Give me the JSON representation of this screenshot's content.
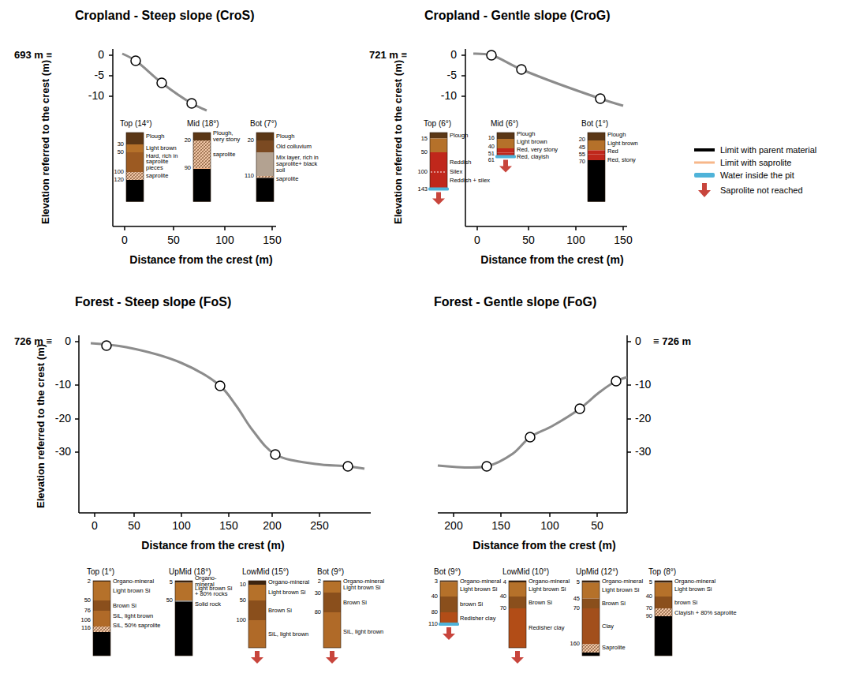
{
  "diagram": {
    "nodes": [
      {
        "text": [
          "Top (14°)",
          "Plough",
          "30",
          "Light brown",
          "50",
          "Hard, rich in saprolite pieces",
          "100",
          "saprolite",
          "120"
        ]
      },
      {
        "text": [
          "Mid (18°)",
          "Plough, very stony",
          "20",
          "saprolite",
          "90"
        ]
      },
      {
        "text": [
          "Bot (7°)",
          "Plough",
          "20",
          "Old colluvium",
          "Mix layer, rich in saprolite+ black soil",
          "110",
          "saprolite"
        ]
      },
      {
        "text": [
          "Top (6°)",
          "15",
          "Plough",
          "50",
          "Reddish",
          "100",
          "Silex",
          "Reddish + silex",
          "143"
        ]
      },
      {
        "text": [
          "Mid (6°)",
          "16",
          "Plough",
          "40",
          "Light brown",
          "51",
          "Red, very stony",
          "61",
          "Red, clayish"
        ]
      },
      {
        "text": [
          "Bot (1°)",
          "20",
          "Plough",
          "45",
          "Light brown",
          "55",
          "Red",
          "70",
          "Red, stony"
        ]
      },
      {
        "text": [
          "Top (1°)",
          "2",
          "Organo-mineral",
          "50",
          "Light brown Si",
          "76",
          "Brown Si",
          "106",
          "SiL, light brown",
          "116",
          "SiL, 50% saprolite"
        ]
      },
      {
        "text": [
          "UpMid (18°)",
          "5",
          "Organo-mineral",
          "Light brown Si + 80% rocks",
          "50",
          "Solid rock"
        ]
      },
      {
        "text": [
          "LowMid (15°)",
          "10",
          "Organo-mineral",
          "Light brown Si",
          "50",
          "Brown Si",
          "100",
          "SiL, light brown"
        ]
      },
      {
        "text": [
          "Bot (9°)",
          "2",
          "Organo-mineral",
          "30",
          "Light brown Si",
          "80",
          "Brown Si",
          "SiL, light brown"
        ]
      },
      {
        "text": [
          "Bot (9°)",
          "3",
          "Organo-mineral",
          "40",
          "Light brown Si",
          "80",
          "brown Si",
          "110",
          "Redisher clay"
        ]
      },
      {
        "text": [
          "LowMid (10°)",
          "4",
          "Organo-mineral",
          "40",
          "Light brown Si",
          "70",
          "Brown Si",
          "Redisher clay"
        ]
      },
      {
        "text": [
          "UpMid (12°)",
          "5",
          "Organo-mineral",
          "45",
          "Light brown Si",
          "70",
          "Brown Si",
          "Clay",
          "160",
          "Saprolite"
        ]
      },
      {
        "text": [
          "Top (8°)",
          "5",
          "Organo-mineral",
          "40",
          "Light brown Si",
          "70",
          "brown Si",
          "Clayish + 80% saprolite",
          "90"
        ]
      }
    ],
    "labels": [
      "Cropland - Steep slope (CroS)",
      "693 m ≡",
      "0",
      "-5",
      "-10",
      "Elevation referred to the crest (m)",
      "0",
      "50",
      "100",
      "150",
      "Distance from the crest (m)",
      "Cropland - Gentle slope (CroG)",
      "721 m ≡",
      "0",
      "-5",
      "-10",
      "Elevation referred to the crest (m)",
      "0",
      "50",
      "100",
      "150",
      "Distance from the crest (m)",
      "Forest - Steep slope (FoS)",
      "726 m ≡",
      "0",
      "-10",
      "-20",
      "-30",
      "Elevation referred to the crest (m)",
      "0",
      "50",
      "100",
      "150",
      "200",
      "250",
      "Distance from the crest (m)",
      "Forest - Gentle slope (FoG)",
      "0",
      "-10",
      "-20",
      "-30",
      "≡ 726 m",
      "200",
      "150",
      "100",
      "50",
      "Distance from the crest (m)"
    ],
    "legend": [
      {
        "text": "Limit with parent material"
      },
      {
        "text": "Limit with saprolite"
      },
      {
        "text": "Water inside the pit"
      },
      {
        "text": "Saprolite not reached"
      }
    ]
  }
}
